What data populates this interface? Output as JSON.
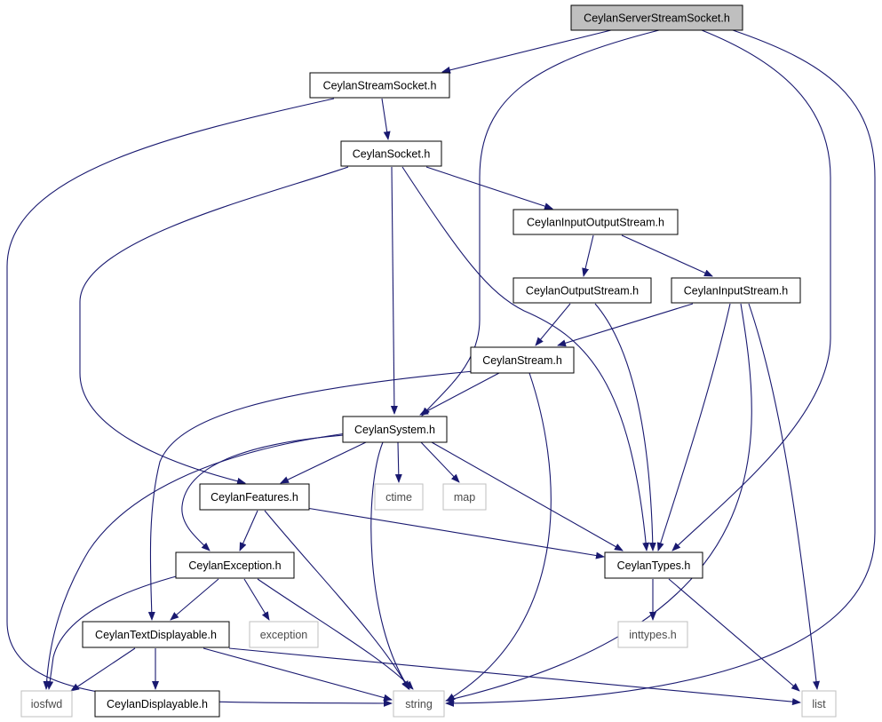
{
  "nodes": [
    {
      "id": "server",
      "label": "CeylanServerStreamSocket.h",
      "kind": "root"
    },
    {
      "id": "streamsocket",
      "label": "CeylanStreamSocket.h",
      "kind": "local"
    },
    {
      "id": "socket",
      "label": "CeylanSocket.h",
      "kind": "local"
    },
    {
      "id": "ioStream",
      "label": "CeylanInputOutputStream.h",
      "kind": "local"
    },
    {
      "id": "outStream",
      "label": "CeylanOutputStream.h",
      "kind": "local"
    },
    {
      "id": "inStream",
      "label": "CeylanInputStream.h",
      "kind": "local"
    },
    {
      "id": "stream",
      "label": "CeylanStream.h",
      "kind": "local"
    },
    {
      "id": "system",
      "label": "CeylanSystem.h",
      "kind": "local"
    },
    {
      "id": "features",
      "label": "CeylanFeatures.h",
      "kind": "local"
    },
    {
      "id": "ctime",
      "label": "ctime",
      "kind": "system"
    },
    {
      "id": "map",
      "label": "map",
      "kind": "system"
    },
    {
      "id": "exceptionH",
      "label": "CeylanException.h",
      "kind": "local"
    },
    {
      "id": "types",
      "label": "CeylanTypes.h",
      "kind": "local"
    },
    {
      "id": "textDisp",
      "label": "CeylanTextDisplayable.h",
      "kind": "local"
    },
    {
      "id": "exception",
      "label": "exception",
      "kind": "system"
    },
    {
      "id": "inttypes",
      "label": "inttypes.h",
      "kind": "system"
    },
    {
      "id": "iosfwd",
      "label": "iosfwd",
      "kind": "system"
    },
    {
      "id": "displayable",
      "label": "CeylanDisplayable.h",
      "kind": "local"
    },
    {
      "id": "string",
      "label": "string",
      "kind": "system"
    },
    {
      "id": "list",
      "label": "list",
      "kind": "system"
    }
  ],
  "edges": [
    [
      "server",
      "streamsocket"
    ],
    [
      "server",
      "system"
    ],
    [
      "server",
      "types"
    ],
    [
      "server",
      "string"
    ],
    [
      "streamsocket",
      "socket"
    ],
    [
      "streamsocket",
      "string"
    ],
    [
      "socket",
      "ioStream"
    ],
    [
      "socket",
      "system"
    ],
    [
      "socket",
      "features"
    ],
    [
      "socket",
      "types"
    ],
    [
      "ioStream",
      "outStream"
    ],
    [
      "ioStream",
      "inStream"
    ],
    [
      "outStream",
      "stream"
    ],
    [
      "outStream",
      "types"
    ],
    [
      "inStream",
      "stream"
    ],
    [
      "inStream",
      "types"
    ],
    [
      "inStream",
      "string"
    ],
    [
      "inStream",
      "list"
    ],
    [
      "stream",
      "system"
    ],
    [
      "stream",
      "textDisp"
    ],
    [
      "stream",
      "string"
    ],
    [
      "system",
      "features"
    ],
    [
      "system",
      "exceptionH"
    ],
    [
      "system",
      "ctime"
    ],
    [
      "system",
      "map"
    ],
    [
      "system",
      "types"
    ],
    [
      "system",
      "string"
    ],
    [
      "system",
      "iosfwd"
    ],
    [
      "features",
      "exceptionH"
    ],
    [
      "features",
      "types"
    ],
    [
      "features",
      "string"
    ],
    [
      "exceptionH",
      "textDisp"
    ],
    [
      "exceptionH",
      "exception"
    ],
    [
      "exceptionH",
      "string"
    ],
    [
      "exceptionH",
      "iosfwd"
    ],
    [
      "types",
      "inttypes"
    ],
    [
      "types",
      "list"
    ],
    [
      "textDisp",
      "displayable"
    ],
    [
      "textDisp",
      "iosfwd"
    ],
    [
      "textDisp",
      "string"
    ],
    [
      "textDisp",
      "list"
    ]
  ],
  "colors": {
    "edge": "#191970",
    "root_fill": "#bfbfbf",
    "local_border": "#000000",
    "system_border": "#bfbfbf",
    "background": "#ffffff"
  }
}
